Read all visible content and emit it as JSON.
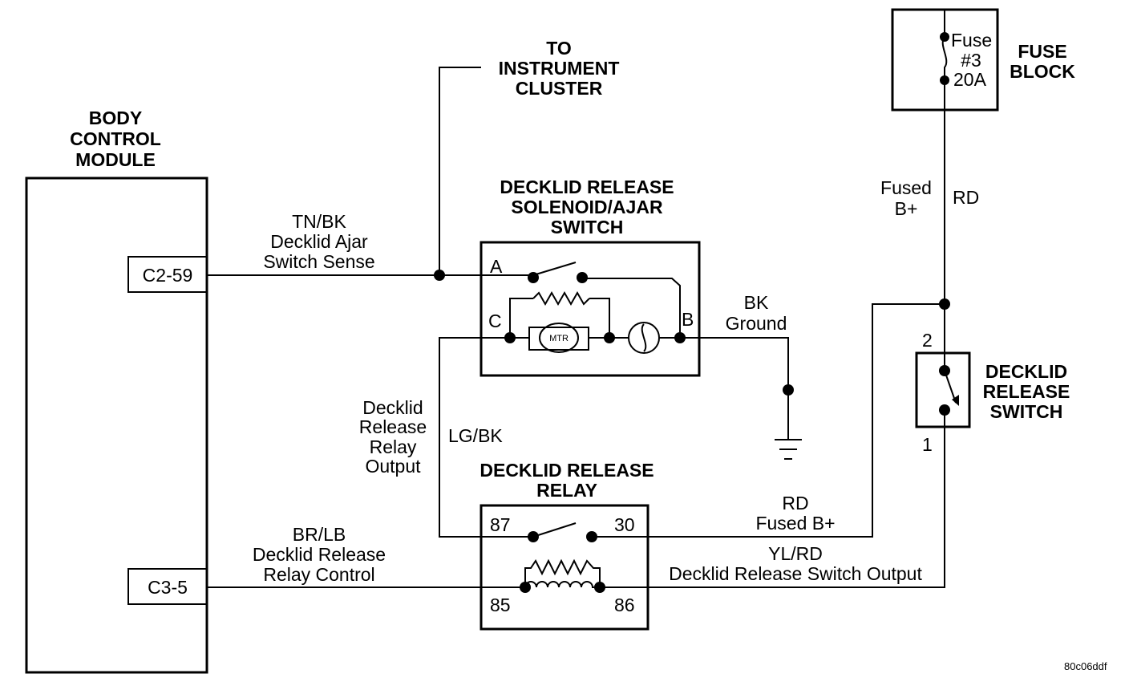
{
  "diagram": {
    "figure_id": "80c06ddf",
    "components": {
      "bcm": {
        "title": [
          "BODY",
          "CONTROL",
          "MODULE"
        ],
        "pin_upper": "C2-59",
        "pin_lower": "C3-5"
      },
      "instrument_cluster": {
        "title": [
          "TO",
          "INSTRUMENT",
          "CLUSTER"
        ]
      },
      "solenoid": {
        "title": [
          "DECKLID RELEASE",
          "SOLENOID/AJAR",
          "SWITCH"
        ],
        "terminal_a": "A",
        "terminal_b": "B",
        "terminal_c": "C",
        "motor": "MTR"
      },
      "relay": {
        "title": [
          "DECKLID RELEASE",
          "RELAY"
        ],
        "pin_87": "87",
        "pin_30": "30",
        "pin_85": "85",
        "pin_86": "86"
      },
      "fuse_block": {
        "title": [
          "FUSE",
          "BLOCK"
        ],
        "fuse": [
          "Fuse",
          "#3",
          "20A"
        ]
      },
      "release_switch": {
        "title": [
          "DECKLID",
          "RELEASE",
          "SWITCH"
        ],
        "pin_2": "2",
        "pin_1": "1"
      }
    },
    "wires": {
      "ajar_sense": [
        "TN/BK",
        "Decklid Ajar",
        "Switch Sense"
      ],
      "ground": [
        "BK",
        "Ground"
      ],
      "relay_output": [
        "Decklid",
        "Release",
        "Relay",
        "Output"
      ],
      "relay_output_color": "LG/BK",
      "fused_b_plus": [
        "Fused",
        "B+"
      ],
      "fused_color": "RD",
      "relay_fused": [
        "RD",
        "Fused B+"
      ],
      "relay_control": [
        "BR/LB",
        "Decklid Release",
        "Relay Control"
      ],
      "switch_output": [
        "YL/RD",
        "Decklid Release Switch Output"
      ]
    }
  }
}
